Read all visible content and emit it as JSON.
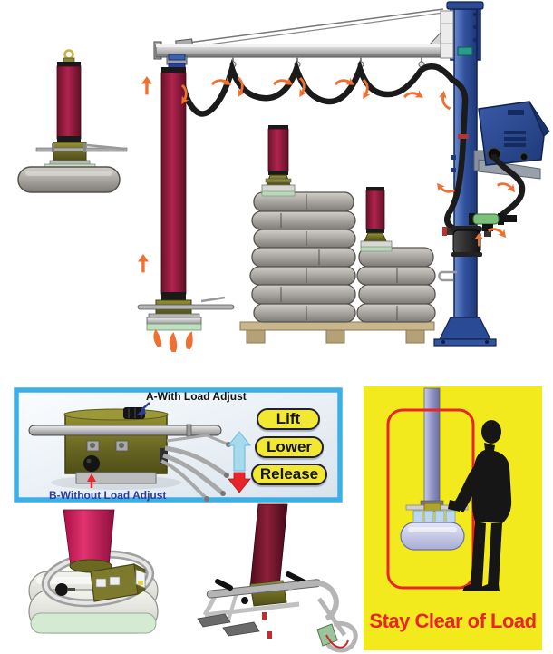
{
  "control_panel": {
    "label_a": "A-With Load Adjust",
    "label_b": "B-Without Load Adjust",
    "buttons": [
      {
        "label": "Lift"
      },
      {
        "label": "Lower"
      },
      {
        "label": "Release"
      }
    ]
  },
  "warning_panel": {
    "caption": "Stay Clear of Load"
  },
  "colors": {
    "tube_red": "#a02048",
    "tube_pink": "#d6245f",
    "tube_maroon": "#7d1b33",
    "control_olive": "#7b7829",
    "mast_blue": "#33539f",
    "blower_blue": "#25407f",
    "flow_arrow_orange": "#ee7133",
    "panel_border_blue": "#3cb0e6",
    "button_yellow": "#f2e832",
    "warning_yellow": "#f3ea1e",
    "warning_red": "#e8252a",
    "label_blue": "#2c3e9b",
    "lift_arrow_cyan": "#a6dbee",
    "sack_gray": "#a6a39e",
    "pallet_tan": "#c3b088",
    "hose_black": "#1c1c1c"
  },
  "scene_parts": [
    "jib-crane-arm",
    "support-cable",
    "mast-column",
    "vacuum-blower",
    "air-filter",
    "supply-hose",
    "vacuum-tube-lifter",
    "sack-load",
    "pallet-sack-stack",
    "suction-foot-attachment",
    "round-pad-attachment",
    "operator-silhouette"
  ]
}
